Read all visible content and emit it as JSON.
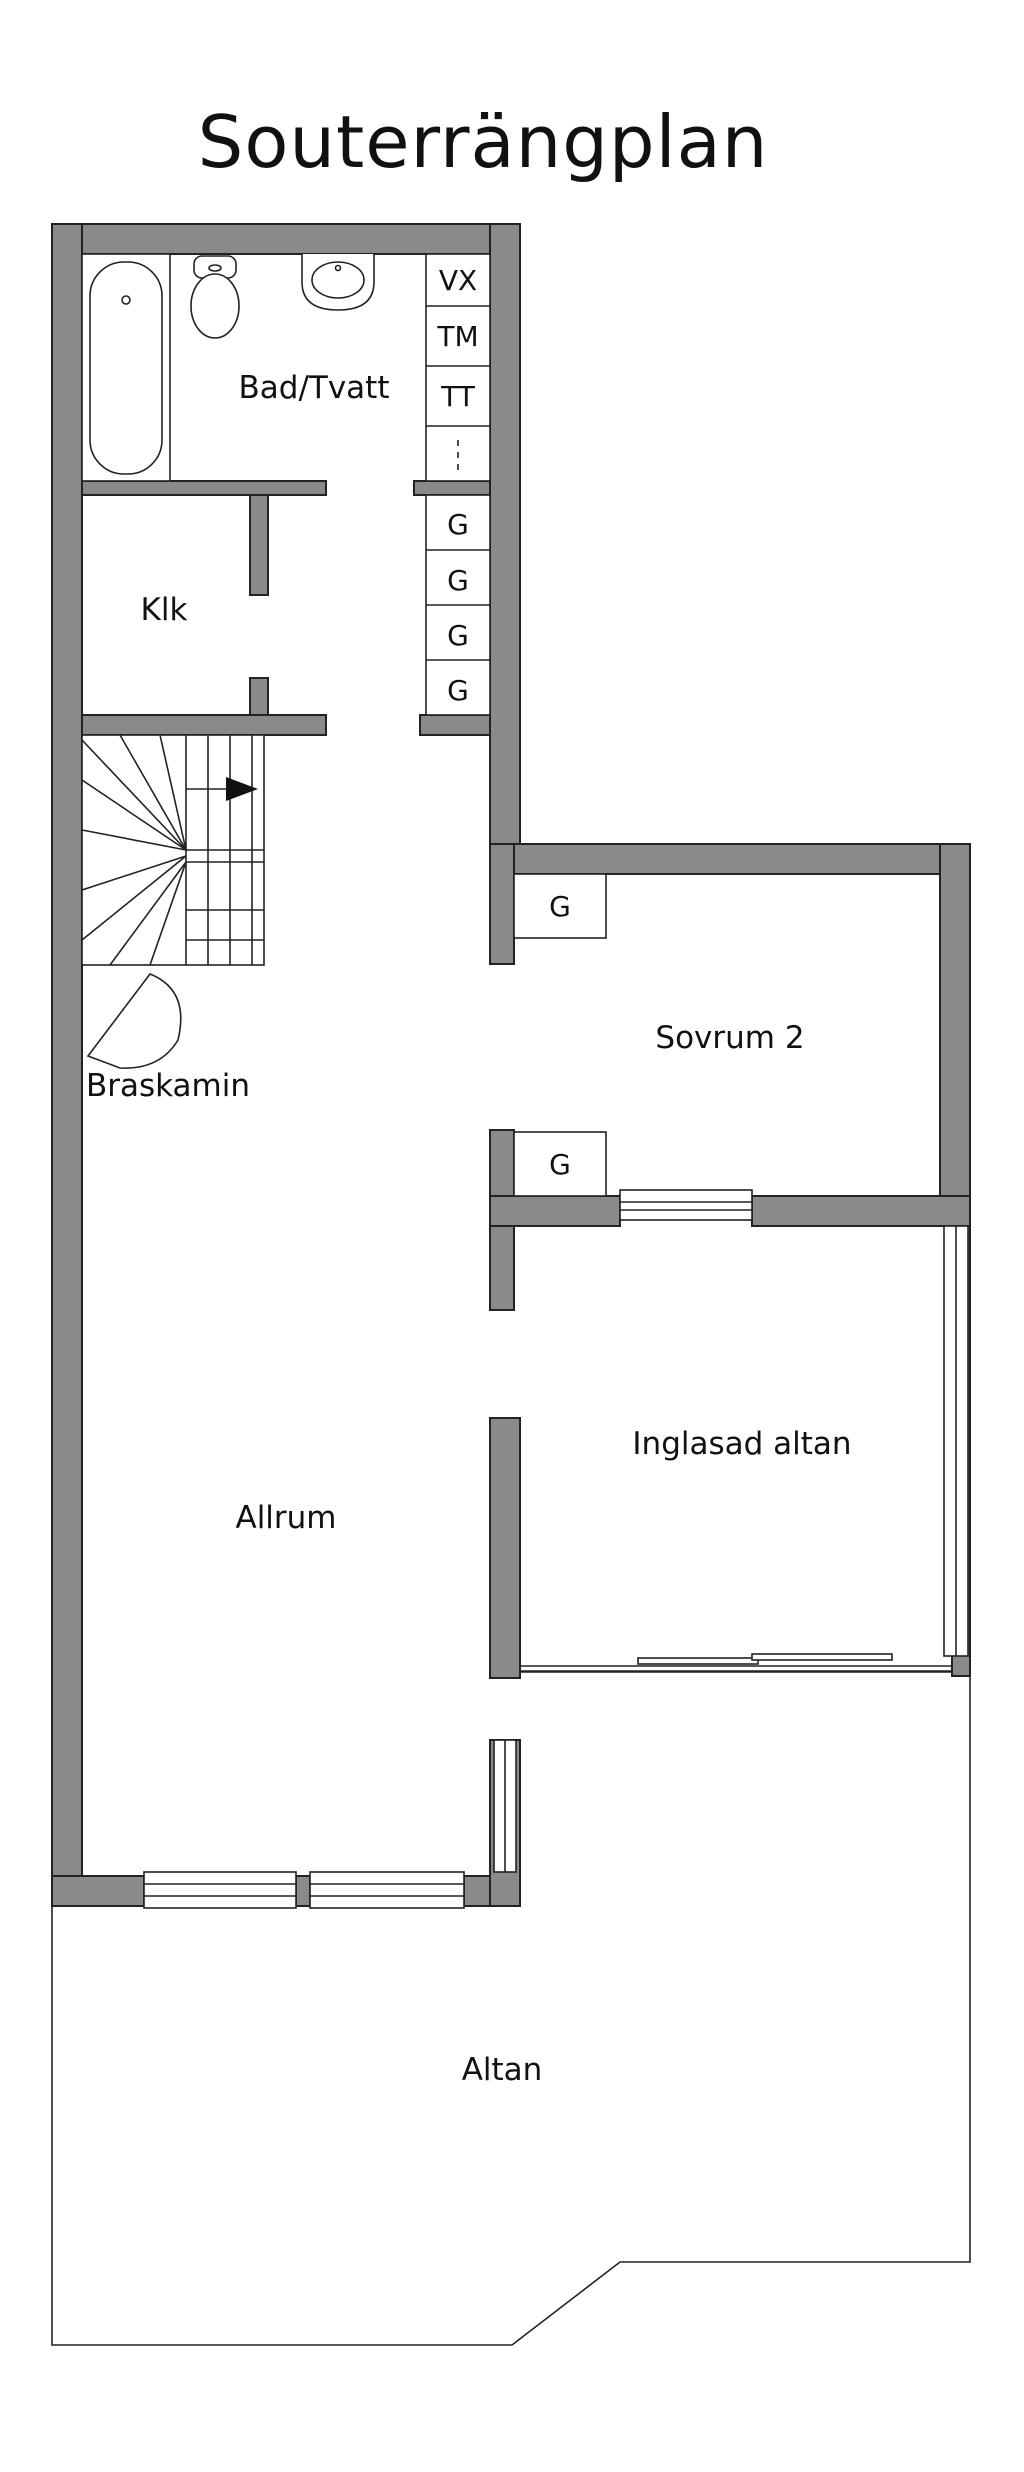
{
  "title": "Souterrängplan",
  "rooms": {
    "bad": "Bad/Tvatt",
    "klk": "Klk",
    "braskamin": "Braskamin",
    "sovrum2": "Sovrum 2",
    "inglasad": "Inglasad altan",
    "allrum": "Allrum",
    "altan": "Altan"
  },
  "cabinets": {
    "vx": "VX",
    "tm": "TM",
    "tt": "TT",
    "g": "G"
  },
  "colors": {
    "wall": "#8a8a8a",
    "line": "#222222",
    "background": "#ffffff"
  }
}
